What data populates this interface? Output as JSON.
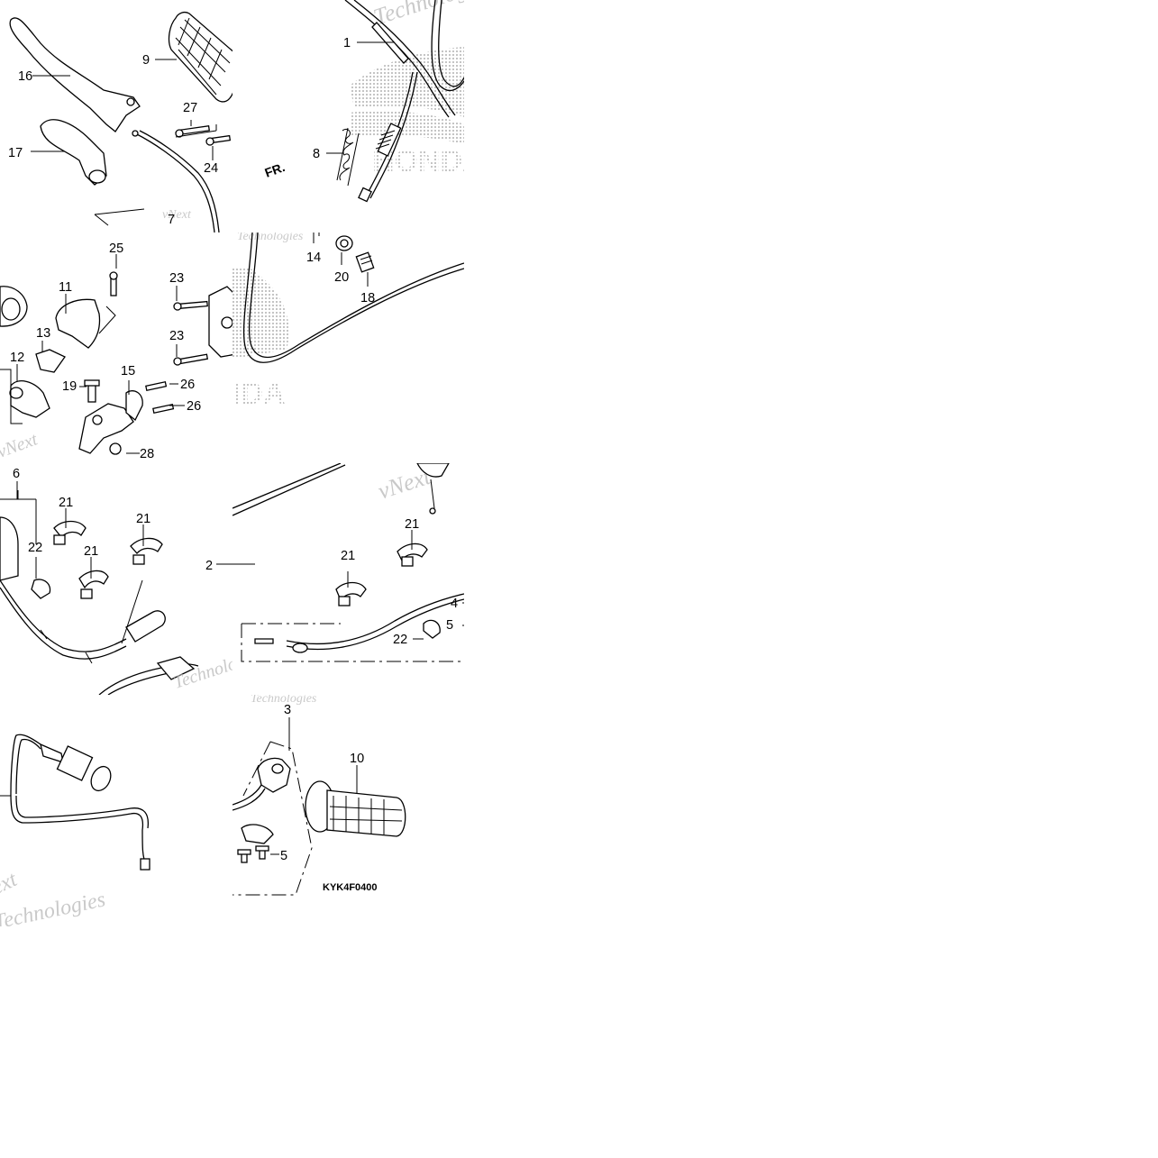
{
  "diagram": {
    "drawing_code": "KYK4F0400",
    "front_arrow_label": "FR.",
    "brand_watermark": "HONDA",
    "watermarks": [
      "Technologies",
      "vNext",
      "Technologies",
      "vNext",
      "Technologies",
      "vNext",
      "Technologies",
      "Technologies",
      "vNext",
      "Technologies",
      "ext",
      "Technologies"
    ],
    "callouts": [
      "16",
      "9",
      "17",
      "27",
      "24",
      "7",
      "1",
      "8",
      "25",
      "11",
      "13",
      "12",
      "19",
      "15",
      "23",
      "23",
      "26",
      "26",
      "28",
      "14",
      "20",
      "18",
      "6",
      "21",
      "22",
      "21",
      "21",
      "2",
      "21",
      "21",
      "4",
      "5",
      "22",
      "3",
      "10",
      "5"
    ]
  }
}
